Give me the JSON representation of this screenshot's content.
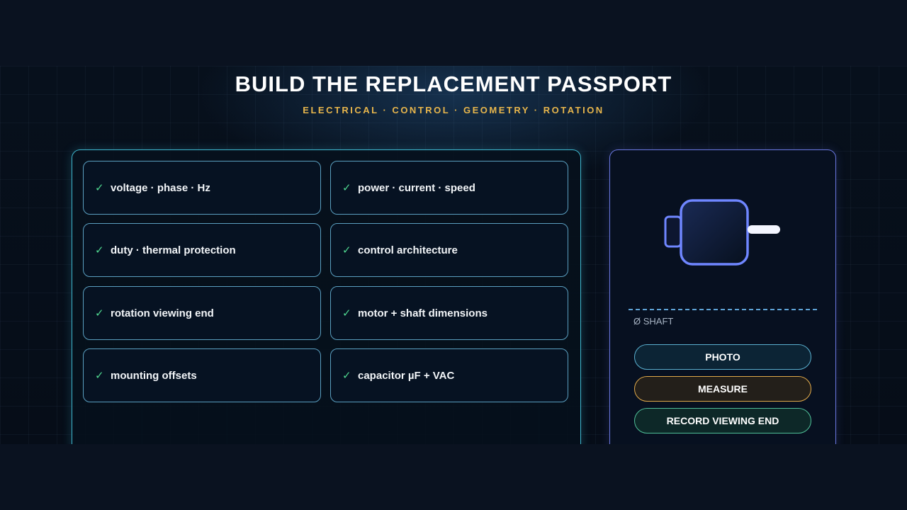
{
  "header": {
    "title": "BUILD THE REPLACEMENT PASSPORT",
    "subtitle": "ELECTRICAL · CONTROL · GEOMETRY · ROTATION"
  },
  "checklist": {
    "check_glyph": "✓",
    "items": [
      {
        "label": "voltage · phase · Hz",
        "checked": true
      },
      {
        "label": "power · current · speed",
        "checked": true
      },
      {
        "label": "duty · thermal protection",
        "checked": true
      },
      {
        "label": "control architecture",
        "checked": true
      },
      {
        "label": "rotation viewing end",
        "checked": true
      },
      {
        "label": "motor + shaft dimensions",
        "checked": true
      },
      {
        "label": "mounting offsets",
        "checked": true
      },
      {
        "label": "capacitor µF + VAC",
        "checked": true
      }
    ]
  },
  "side": {
    "icon": "motor-icon",
    "shaft_label": "Ø SHAFT",
    "buttons": {
      "photo": "PHOTO",
      "measure": "MEASURE",
      "record": "RECORD VIEWING END"
    }
  },
  "colors": {
    "accent_gold": "#e8b64c",
    "check_green": "#4fd68f",
    "panel_cyan": "#3fb8cf",
    "panel_indigo": "#6a78e0"
  }
}
